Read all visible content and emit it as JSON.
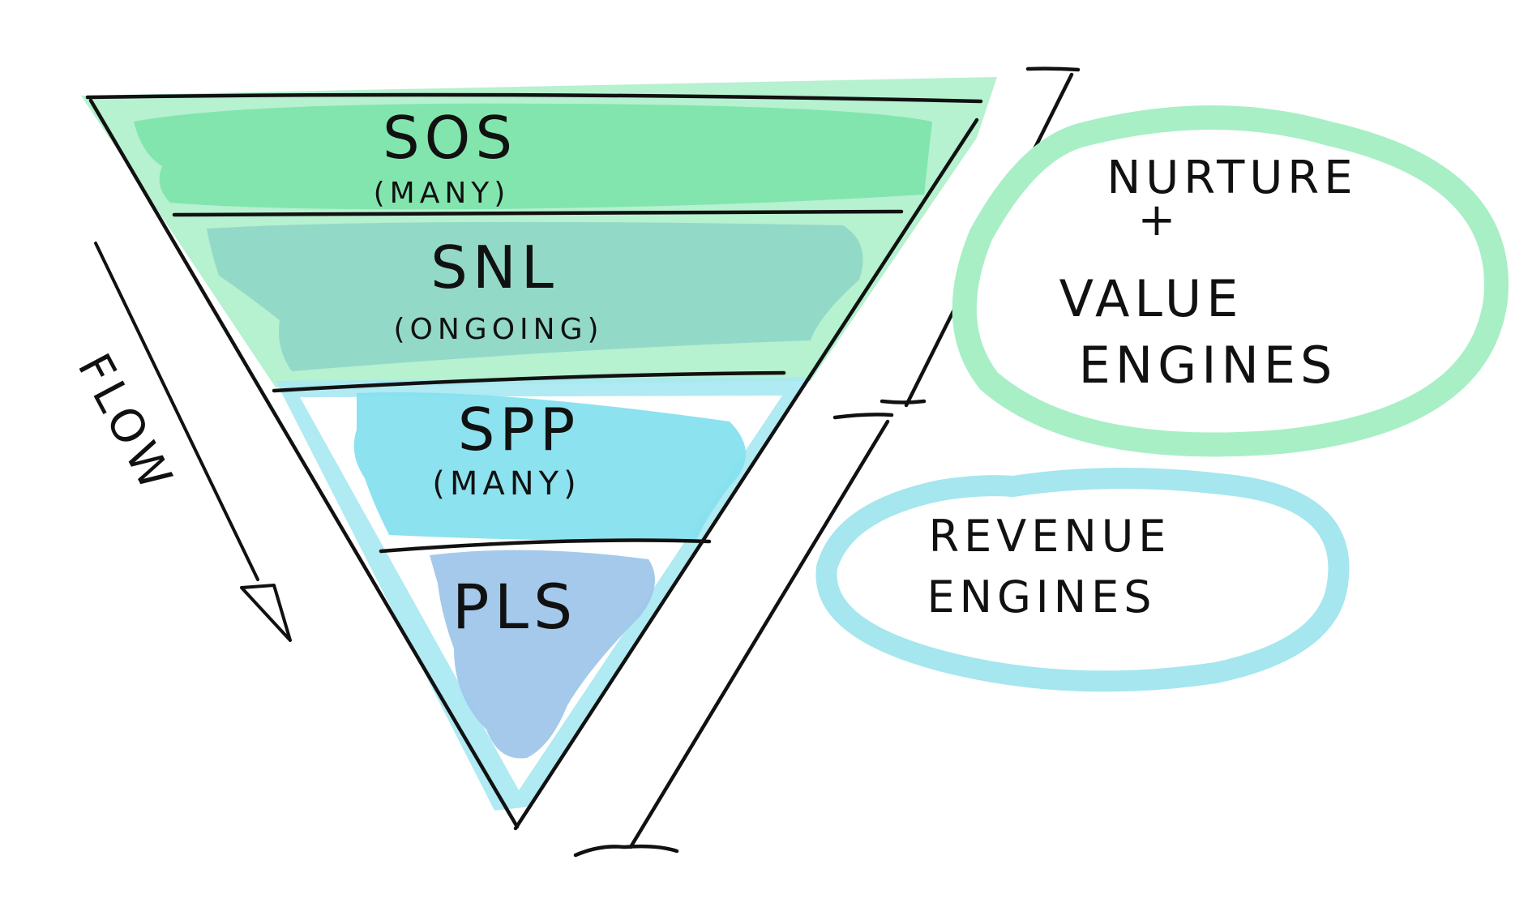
{
  "funnel": {
    "stages": [
      {
        "name": "SOS",
        "note": "(MANY)",
        "color": "#79e3a8"
      },
      {
        "name": "SNL",
        "note": "(ONGOING)",
        "color": "#8fd6c6"
      },
      {
        "name": "SPP",
        "note": "(MANY)",
        "color": "#86e0ee"
      },
      {
        "name": "PLS",
        "note": "",
        "color": "#9fc6ea"
      }
    ],
    "outline_colors": {
      "upper": "#8de8b6",
      "lower": "#9ee8f2"
    }
  },
  "flow": {
    "label": "FLOW"
  },
  "groups": [
    {
      "lines": [
        "NURTURE",
        "+",
        "VALUE",
        "ENGINES"
      ],
      "ring_color": "#a8efc6"
    },
    {
      "lines": [
        "REVENUE",
        "ENGINES"
      ],
      "ring_color": "#a5e6ef"
    }
  ],
  "ink_color": "#111111"
}
